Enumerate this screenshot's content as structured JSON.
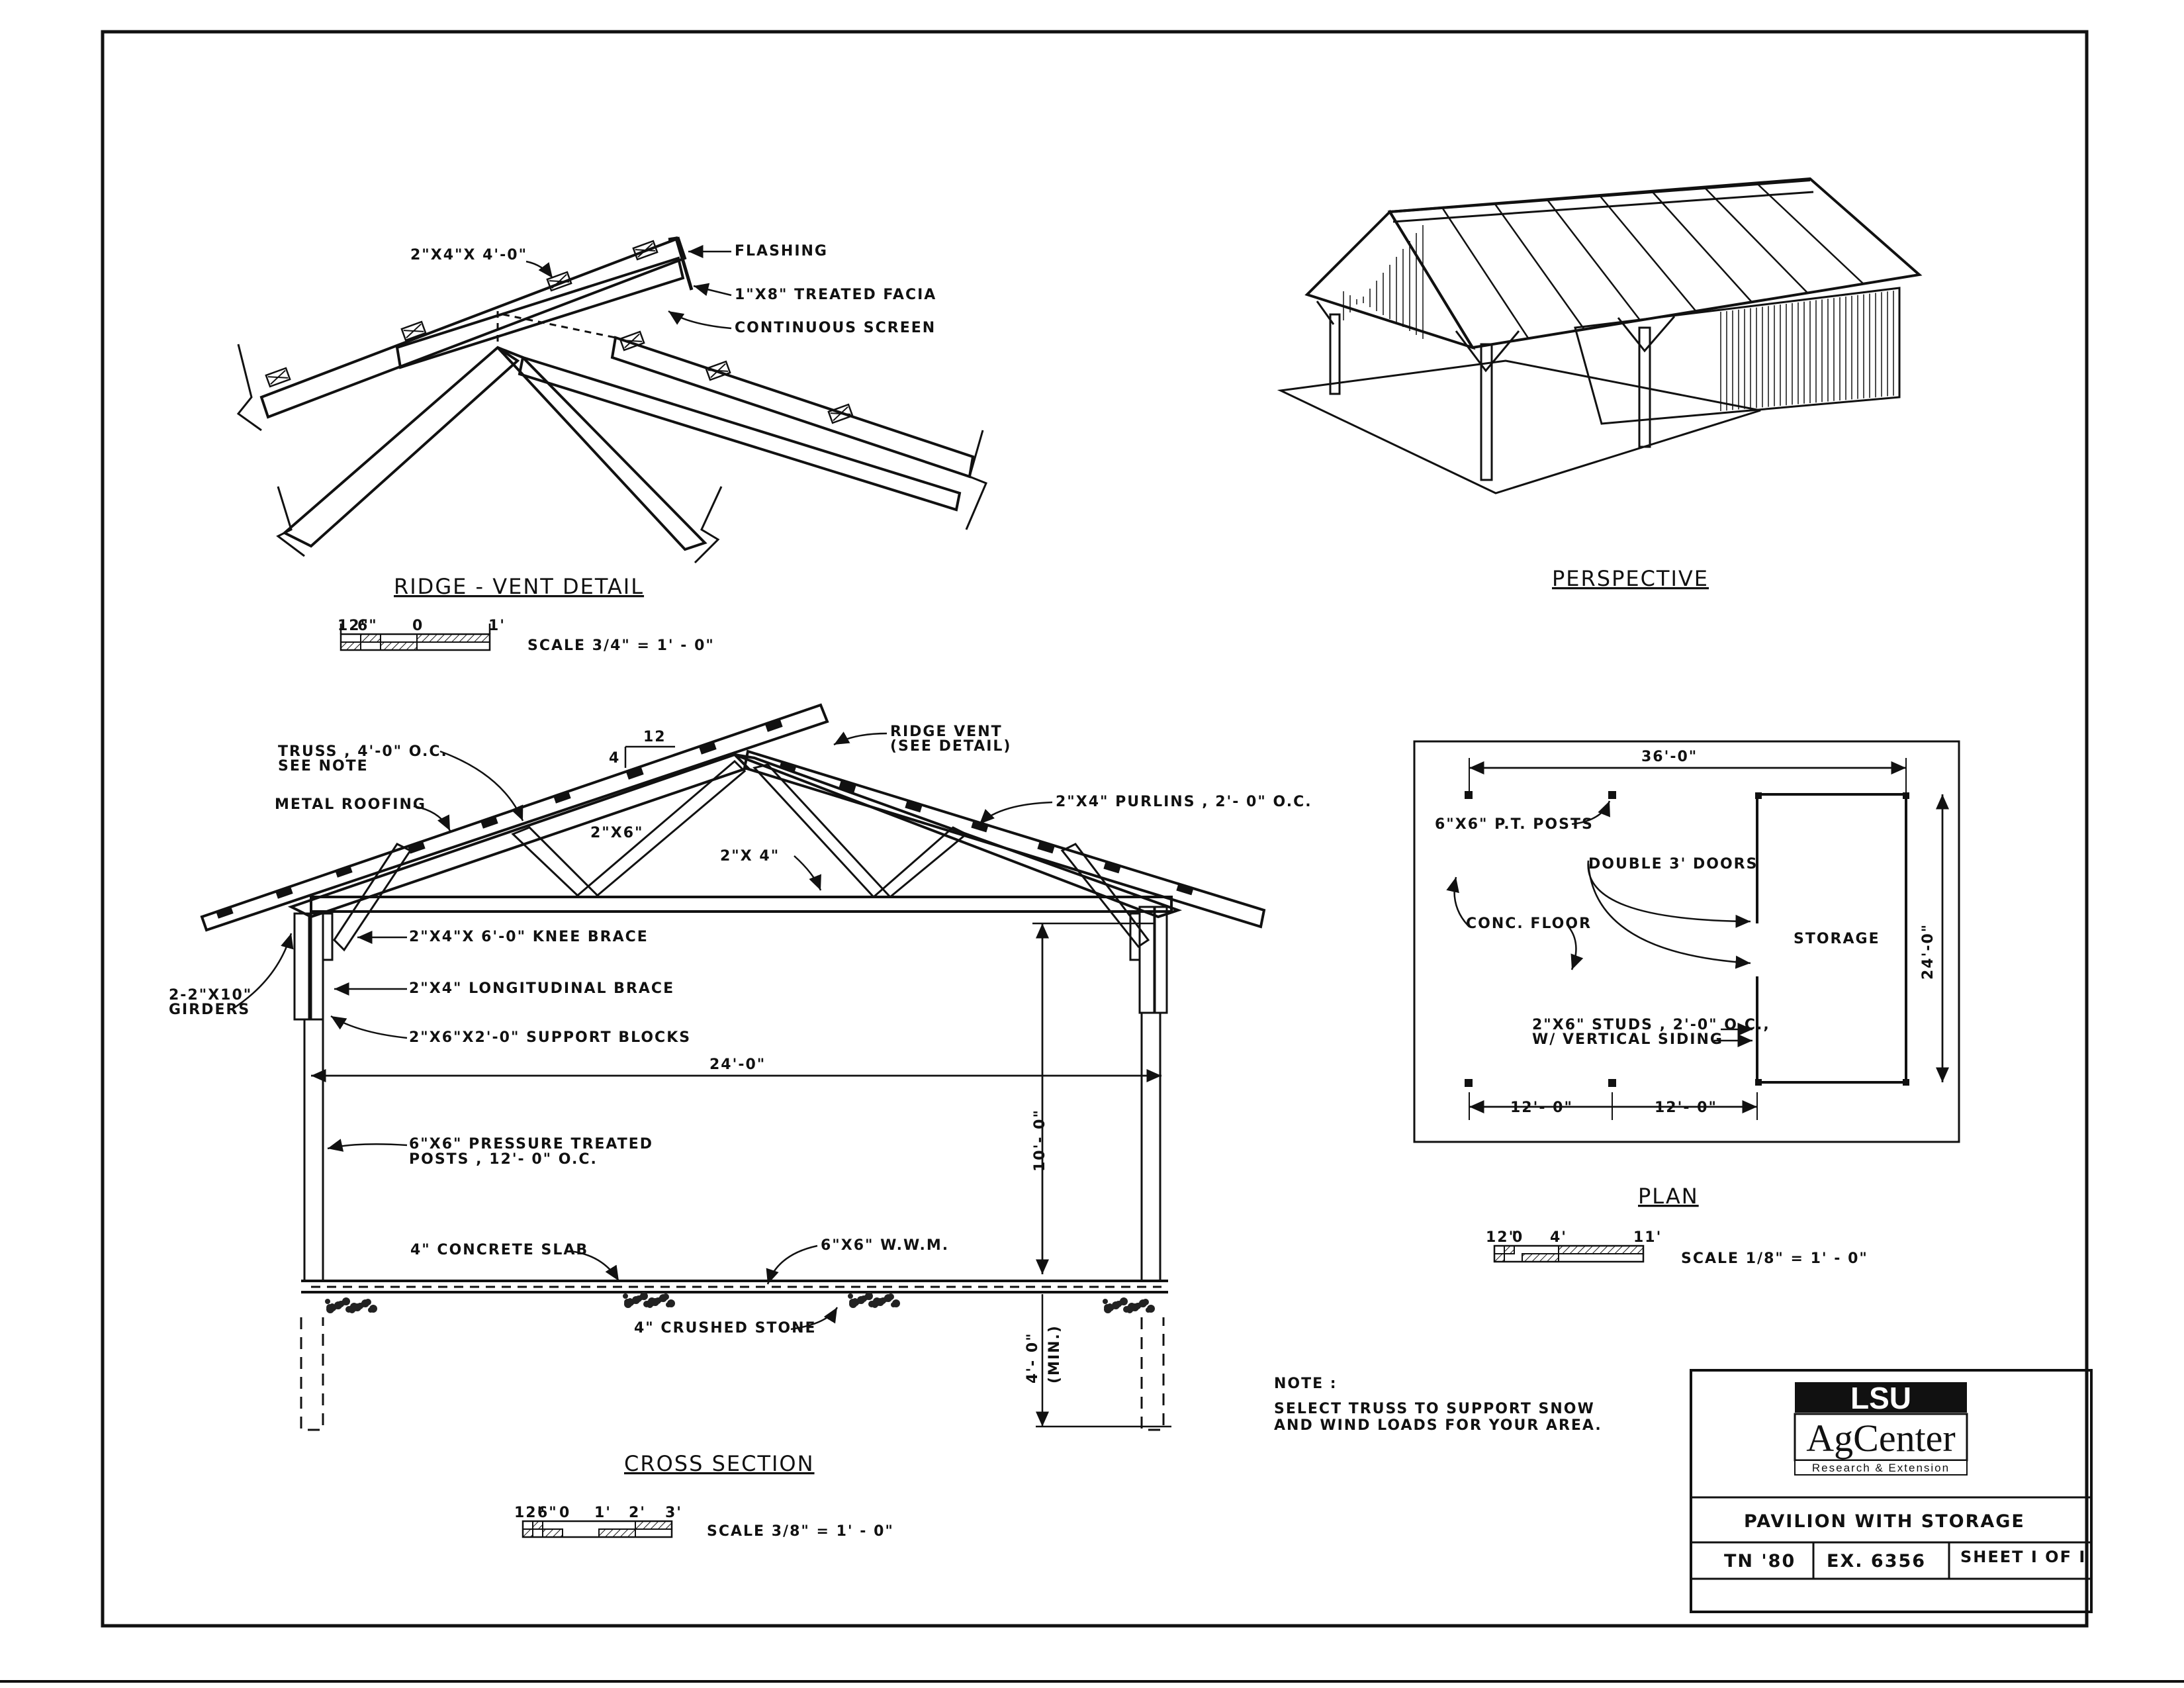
{
  "ridge_vent_detail": {
    "title": "RIDGE - VENT  DETAIL",
    "scale_ticks": [
      "12\"",
      "6\"",
      "0",
      "1'"
    ],
    "scale_text": "SCALE   3/4\" = 1' - 0\"",
    "labels": {
      "blocking": "2\"X4\"X 4'-0\"",
      "flashing": "FLASHING",
      "facia": "1\"X8\"  TREATED  FACIA",
      "screen": "CONTINUOUS  SCREEN"
    }
  },
  "perspective": {
    "title": "PERSPECTIVE"
  },
  "cross_section": {
    "title": "CROSS  SECTION",
    "scale_ticks": [
      "12\"",
      "6\"",
      "0",
      "1'",
      "2'",
      "3'"
    ],
    "scale_text": "SCALE   3/8\" = 1' - 0\"",
    "pitch_rise": "4",
    "pitch_run": "12",
    "labels": {
      "truss_1": "TRUSS ,  4'-0\"  O.C.",
      "truss_2": "SEE  NOTE",
      "metal_roofing": "METAL  ROOFING",
      "ridge_vent_1": "RIDGE  VENT",
      "ridge_vent_2": "(SEE  DETAIL)",
      "purlins": "2\"X4\"  PURLINS ,  2'- 0\"  O.C.",
      "web_2x6": "2\"X6\"",
      "web_2x4": "2\"X 4\"",
      "knee_brace": "2\"X4\"X 6'-0\"  KNEE  BRACE",
      "long_brace": "2\"X4\"  LONGITUDINAL   BRACE",
      "support_blocks": "2\"X6\"X2'-0\"  SUPPORT  BLOCKS",
      "girders_1": "2-2\"X10\"",
      "girders_2": "GIRDERS",
      "span": "24'-0\"",
      "posts_1": "6\"X6\"  PRESSURE  TREATED",
      "posts_2": "POSTS ,  12'- 0\"  O.C.",
      "height": "10'- 0\"",
      "slab": "4\"  CONCRETE  SLAB",
      "wwm": "6\"X6\"  W.W.M.",
      "stone": "4\"  CRUSHED  STONE",
      "footing": "4'- 0\"",
      "footing_min": "(MIN.)"
    }
  },
  "plan": {
    "title": "PLAN",
    "scale_ticks": [
      "12\"",
      "0",
      "4'",
      "11'"
    ],
    "scale_text": "SCALE   1/8\" = 1' - 0\"",
    "labels": {
      "length": "36'-0\"",
      "posts": "6\"X6\"  P.T.  POSTS",
      "doors": "DOUBLE  3'  DOORS",
      "floor": "CONC.  FLOOR",
      "storage": "STORAGE",
      "width": "24'-0\"",
      "studs_1": "2\"X6\"  STUDS ,  2'-0\"  O.C.,",
      "studs_2": "W/  VERTICAL  SIDING",
      "bay_1": "12'- 0\"",
      "bay_2": "12'- 0\""
    }
  },
  "note": {
    "heading": "NOTE :",
    "line_1": "SELECT  TRUSS  TO  SUPPORT  SNOW",
    "line_2": "AND  WIND  LOADS  FOR  YOUR  AREA."
  },
  "title_block": {
    "logo_top": "LSU",
    "logo_main": "AgCenter",
    "logo_sub": "Research & Extension",
    "project": "PAVILION   WITH  STORAGE",
    "tn": "TN  '80",
    "ex": "EX.  6356",
    "sheet": "SHEET  I  OF I"
  }
}
